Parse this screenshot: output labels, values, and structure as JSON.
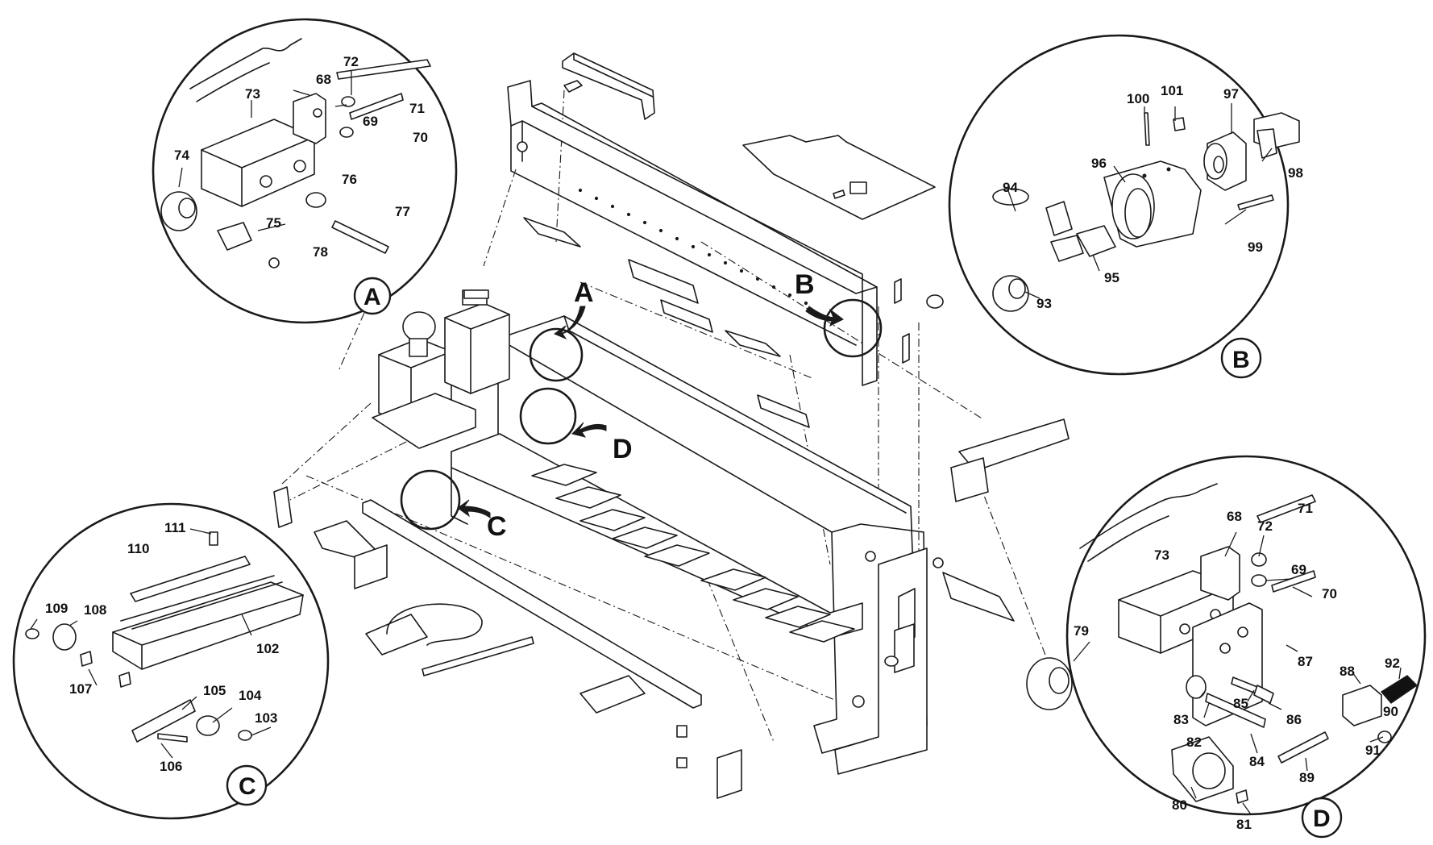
{
  "detail_labels": {
    "a": "A",
    "b": "B",
    "c": "C",
    "d": "D"
  },
  "callouts": {
    "a": "A",
    "b": "B",
    "c": "C",
    "d": "D"
  },
  "parts_a": [
    "68",
    "72",
    "71",
    "73",
    "69",
    "70",
    "74",
    "76",
    "75",
    "77",
    "78"
  ],
  "parts_b": [
    "100",
    "101",
    "97",
    "96",
    "98",
    "94",
    "99",
    "95",
    "93"
  ],
  "parts_c": [
    "111",
    "110",
    "109",
    "108",
    "102",
    "107",
    "105",
    "104",
    "103",
    "106"
  ],
  "parts_d": [
    "68",
    "72",
    "71",
    "73",
    "69",
    "70",
    "79",
    "87",
    "92",
    "88",
    "90",
    "83",
    "85",
    "86",
    "82",
    "84",
    "91",
    "89",
    "80",
    "81"
  ]
}
